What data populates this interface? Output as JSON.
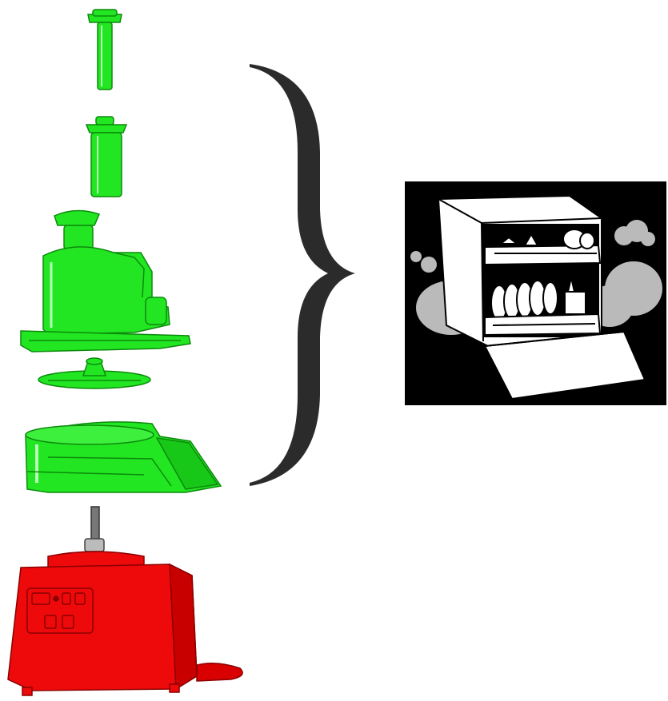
{
  "diagram": {
    "colors": {
      "dishwasher_safe_parts": "#22e622",
      "dishwasher_safe_edges": "#0c8a0c",
      "motor_base": "#ee0a0a",
      "motor_base_edges": "#8a0000",
      "brace": "#2b2b2b",
      "panel_background": "#000000",
      "steam": "#cfcfcf"
    },
    "parts": [
      {
        "id": "small-pusher",
        "group": "dishwasher-safe"
      },
      {
        "id": "large-pusher",
        "group": "dishwasher-safe"
      },
      {
        "id": "feed-tube-lid",
        "group": "dishwasher-safe"
      },
      {
        "id": "slicing-disc",
        "group": "dishwasher-safe"
      },
      {
        "id": "bowl",
        "group": "dishwasher-safe"
      },
      {
        "id": "motor-base",
        "group": "not-dishwasher-safe"
      }
    ],
    "icon": "dishwasher-icon"
  }
}
